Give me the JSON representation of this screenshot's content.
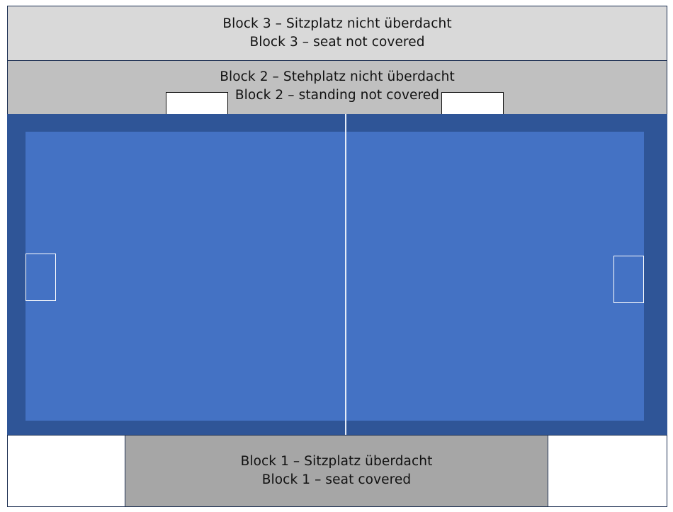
{
  "colors": {
    "block3": "#d9d9d9",
    "block2": "#c0c0c0",
    "block1": "#a6a6a6",
    "pitch_surround": "#2f5597",
    "pitch": "#4472c4",
    "outline": "#1c2f52"
  },
  "blocks": {
    "block3": {
      "line1": "Block 3 – Sitzplatz nicht überdacht",
      "line2": "Block 3 – seat not covered"
    },
    "block2": {
      "line1": "Block 2 – Stehplatz nicht überdacht",
      "line2": "Block 2 – standing not covered"
    },
    "block1": {
      "line1": "Block 1 – Sitzplatz überdacht",
      "line2": "Block 1 – seat covered"
    }
  }
}
